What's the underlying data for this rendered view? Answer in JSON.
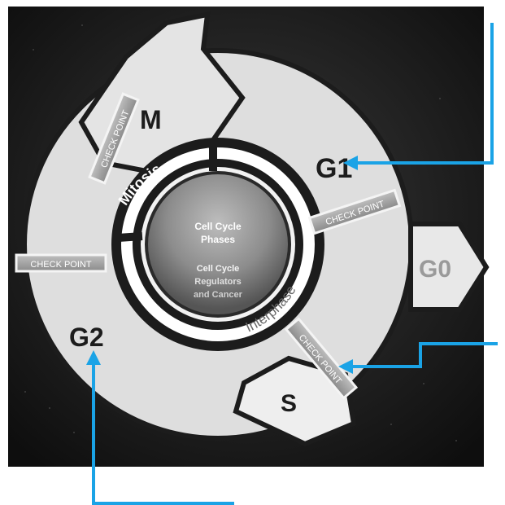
{
  "phases": {
    "m": "M",
    "g1": "G1",
    "g0": "G0",
    "s": "S",
    "g2": "G2"
  },
  "ring": {
    "mitosis": "Mitosis",
    "interphase": "Interphase"
  },
  "center": {
    "line1": "Cell Cycle",
    "line2": "Phases",
    "line3": "Cell Cycle",
    "line4": "Regulators",
    "line5": "and Cancer"
  },
  "checkpoints": {
    "top_left": "CHECK POINT",
    "right": "CHECK POINT",
    "left": "CHECK POINT",
    "bottom": "CHECK POINT"
  },
  "colors": {
    "arrow": "#1aa3e6",
    "background": "#2b2b2b",
    "ring": "#e2e2e2",
    "dark_outline": "#1c1c1c"
  }
}
